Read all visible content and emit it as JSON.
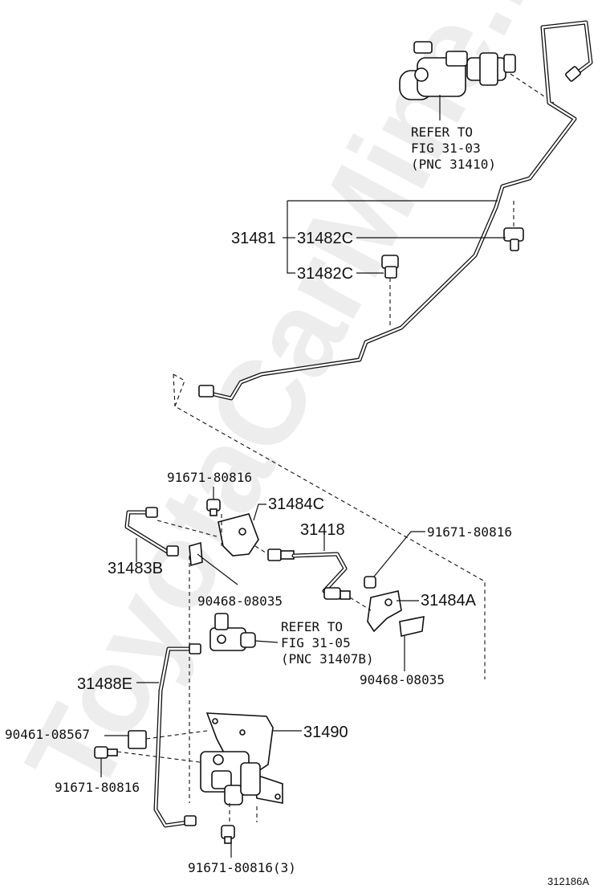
{
  "watermark": "ToyotaCarMine.ru",
  "figure_number": "312186A",
  "references": {
    "top": [
      "REFER TO",
      "FIG 31-03",
      "(PNC 31410)"
    ],
    "middle": [
      "REFER TO",
      "FIG 31-05",
      "(PNC 31407B)"
    ]
  },
  "parts": {
    "p31481": "31481",
    "p31482c_a": "31482C",
    "p31482c_b": "31482C",
    "p91671_a": "91671-80816",
    "p31484c": "31484C",
    "p31418": "31418",
    "p91671_b": "91671-80816",
    "p31483b": "31483B",
    "p31484a": "31484A",
    "p90468_a": "90468-08035",
    "p90468_b": "90468-08035",
    "p31488e": "31488E",
    "p90461": "90461-08567",
    "p31490": "31490",
    "p91671_c": "91671-80816",
    "p91671_d": "91671-80816(3)"
  }
}
